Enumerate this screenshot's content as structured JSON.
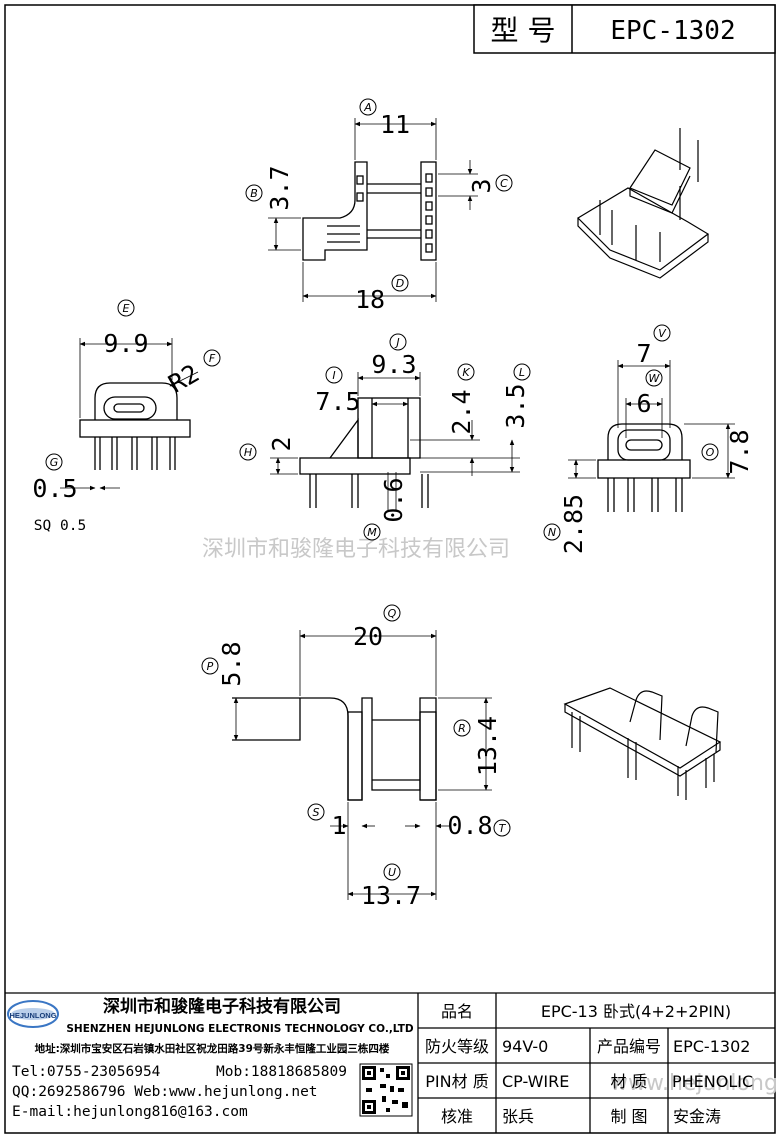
{
  "header": {
    "model_label": "型 号",
    "model_value": "EPC-1302"
  },
  "dims": {
    "A": "11",
    "B": "3.7",
    "C": "3",
    "D": "18",
    "E": "9.9",
    "F": "R2",
    "G": "0.5",
    "sq": "SQ 0.5",
    "H": "2",
    "I": "7.5",
    "J": "9.3",
    "K": "2.4",
    "L": "3.5",
    "M": "0.6",
    "N": "2.85",
    "O": "7.8",
    "V": "7",
    "W": "6",
    "P": "5.8",
    "Q": "20",
    "R": "13.4",
    "S": "1",
    "T": "0.8",
    "U": "13.7"
  },
  "markers": [
    "A",
    "B",
    "C",
    "D",
    "E",
    "F",
    "G",
    "H",
    "I",
    "J",
    "K",
    "L",
    "M",
    "N",
    "O",
    "P",
    "Q",
    "R",
    "S",
    "T",
    "U",
    "V",
    "W"
  ],
  "watermark": {
    "cn": "深圳市和骏隆电子科技有限公司",
    "url": "www.hejunlong.net"
  },
  "company": {
    "logo_text": "HEJUNLONG",
    "name_cn": "深圳市和骏隆电子科技有限公司",
    "name_en": "SHENZHEN HEJUNLONG ELECTRONIS TECHNOLOGY CO.,LTD",
    "address": "地址:深圳市宝安区石岩镇水田社区祝龙田路39号新永丰恒隆工业园三栋四楼",
    "tel": "Tel:0755-23056954",
    "mob": "Mob:18818685809",
    "qq_web": "QQ:2692586796 Web:www.hejunlong.net",
    "email": "E-mail:hejunlong816@163.com"
  },
  "info_table": {
    "product_name_label": "品名",
    "product_name": "EPC-13 卧式(4+2+2PIN)",
    "fire_label": "防火等级",
    "fire_value": "94V-0",
    "code_label": "产品编号",
    "code_value": "EPC-1302",
    "pin_label": "PIN材 质",
    "pin_value": "CP-WIRE",
    "material_label": "材 质",
    "material_value": "PHENOLIC",
    "check_label": "核准",
    "check_value": "张兵",
    "draw_label": "制 图",
    "draw_value": "安金涛"
  }
}
